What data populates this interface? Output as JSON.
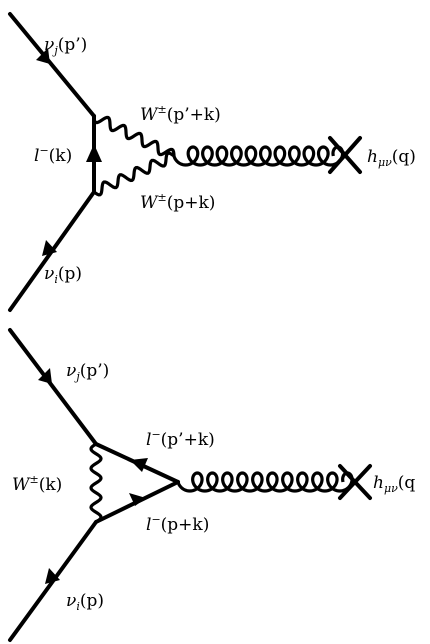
{
  "diagrams": [
    {
      "labels": {
        "nu_j": {
          "base": "ν",
          "sub": "j",
          "arg": "(p’)"
        },
        "nu_i": {
          "base": "ν",
          "sub": "i",
          "arg": "(p)"
        },
        "loop_top": {
          "base": "W",
          "sup": "±",
          "arg": "(p’+k)"
        },
        "loop_bottom": {
          "base": "W",
          "sup": "±",
          "arg": "(p+k)"
        },
        "loop_side": {
          "base": "l",
          "sup": "−",
          "arg": "(k)"
        },
        "graviton": {
          "base": "h",
          "sub": "μν",
          "arg": "(q)"
        }
      }
    },
    {
      "labels": {
        "nu_j": {
          "base": "ν",
          "sub": "j",
          "arg": "(p’)"
        },
        "nu_i": {
          "base": "ν",
          "sub": "i",
          "arg": "(p)"
        },
        "loop_top": {
          "base": "l",
          "sup": "−",
          "arg": "(p’+k)"
        },
        "loop_bottom": {
          "base": "l",
          "sup": "−",
          "arg": "(p+k)"
        },
        "loop_side": {
          "base": "W",
          "sup": "±",
          "arg": "(k)"
        },
        "graviton": {
          "base": "h",
          "sub": "μν",
          "arg": "(q"
        }
      }
    }
  ]
}
